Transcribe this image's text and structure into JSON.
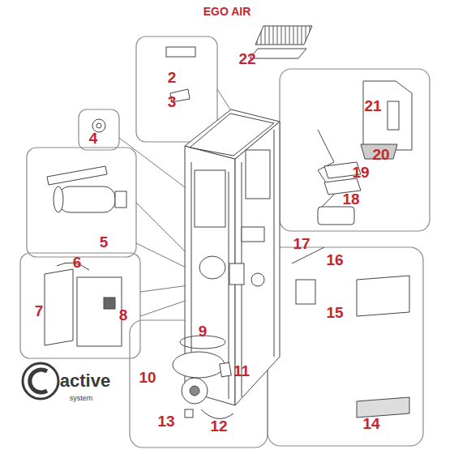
{
  "diagram": {
    "title": "EGO AIR",
    "labels": [
      "22",
      "2",
      "3",
      "4",
      "21",
      "20",
      "19",
      "18",
      "5",
      "17",
      "6",
      "16",
      "7",
      "8",
      "15",
      "9",
      "11",
      "10",
      "13",
      "12",
      "14",
      "active",
      "system"
    ]
  }
}
